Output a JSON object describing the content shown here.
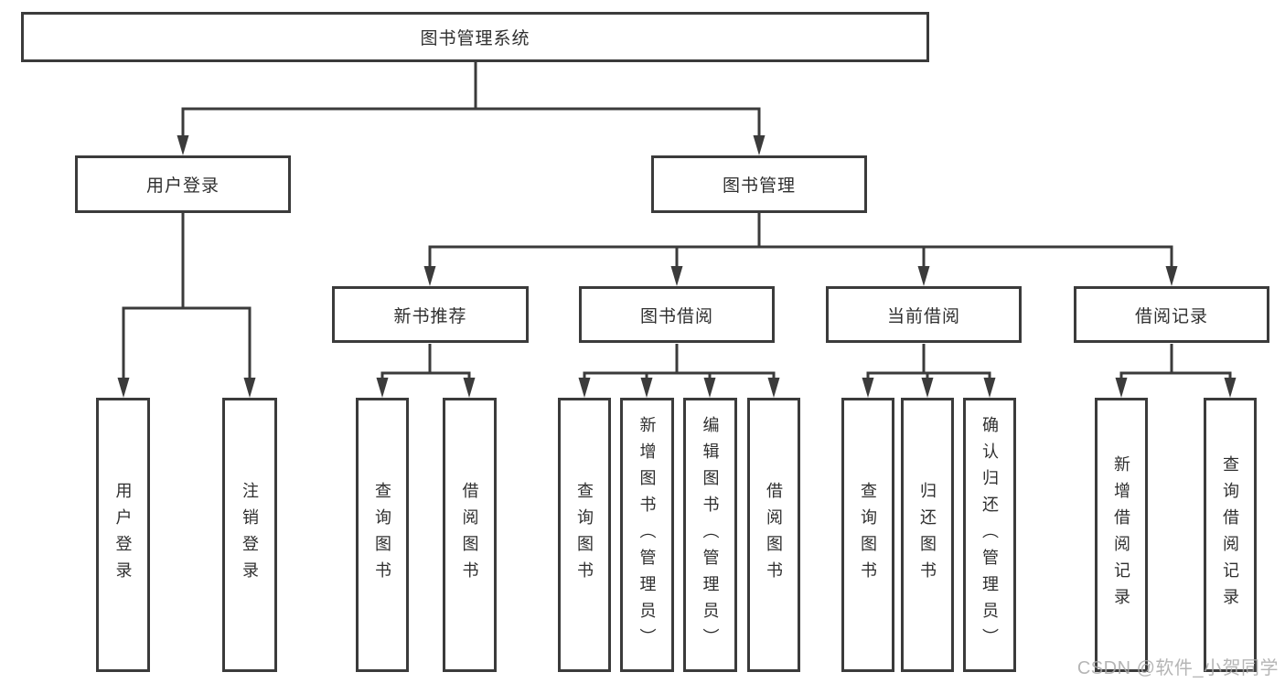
{
  "tree": {
    "label": "图书管理系统",
    "children": [
      {
        "label": "用户登录",
        "children": [
          {
            "label": "用户登录"
          },
          {
            "label": "注销登录"
          }
        ]
      },
      {
        "label": "图书管理",
        "children": [
          {
            "label": "新书推荐",
            "children": [
              {
                "label": "查询图书"
              },
              {
                "label": "借阅图书"
              }
            ]
          },
          {
            "label": "图书借阅",
            "children": [
              {
                "label": "查询图书"
              },
              {
                "label": "新增图书（管理员）"
              },
              {
                "label": "编辑图书（管理员）"
              },
              {
                "label": "借阅图书"
              }
            ]
          },
          {
            "label": "当前借阅",
            "children": [
              {
                "label": "查询图书"
              },
              {
                "label": "归还图书"
              },
              {
                "label": "确认归还（管理员）"
              }
            ]
          },
          {
            "label": "借阅记录",
            "children": [
              {
                "label": "新增借阅记录"
              },
              {
                "label": "查询借阅记录"
              }
            ]
          }
        ]
      }
    ]
  },
  "watermark": {
    "text": "CSDN @软件_小贺同学"
  },
  "colors": {
    "line": "#3b3b3b",
    "text": "#2f2f2f",
    "background": "#ffffff",
    "watermark": "#a9a9a9"
  }
}
